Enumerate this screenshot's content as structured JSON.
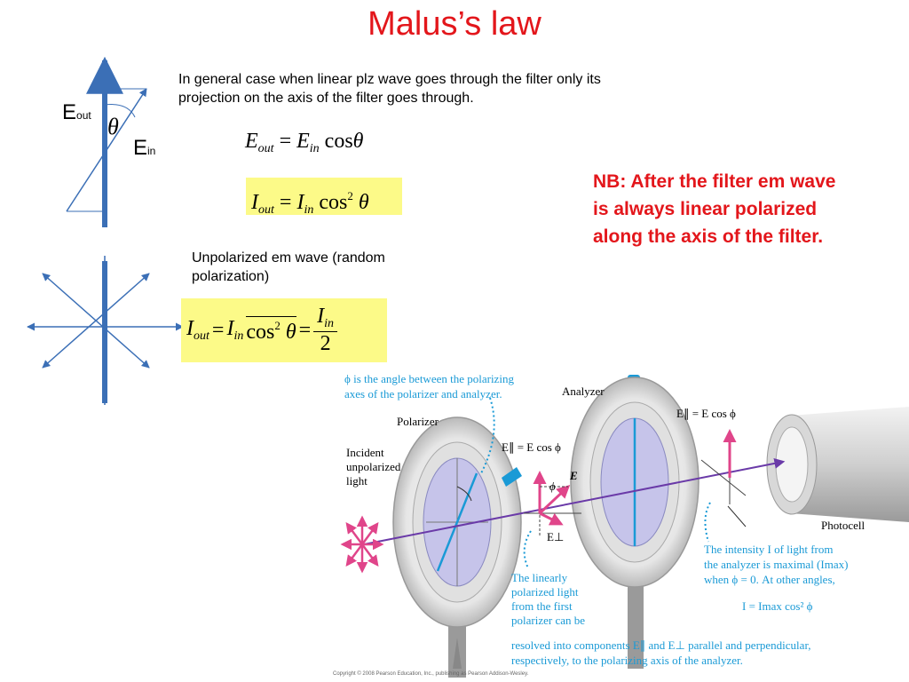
{
  "slide": {
    "title": "Malus’s law",
    "intro_text": "In general case when linear plz wave goes through the filter only its projection on the axis of the filter goes through.",
    "unpolarized_text": "Unpolarized em wave (random polarization)",
    "nb_text": "NB: After the filter em wave is always linear polarized along the axis of the filter."
  },
  "vector_diagram": {
    "e_out_label": "E",
    "e_out_sub": "out",
    "e_in_label": "E",
    "e_in_sub": "in",
    "theta": "θ"
  },
  "equations": {
    "eq1": {
      "lhs_var": "E",
      "lhs_sub": "out",
      "eq": "=",
      "rhs_var": "E",
      "rhs_sub": "in",
      "func": "cos",
      "arg": "θ"
    },
    "eq2": {
      "lhs_var": "I",
      "lhs_sub": "out",
      "eq": "=",
      "rhs_var": "I",
      "rhs_sub": "in",
      "func": "cos",
      "power": "2",
      "arg": "θ"
    },
    "eq3": {
      "lhs_var": "I",
      "lhs_sub": "out",
      "eq": "=",
      "rhs_var": "I",
      "rhs_sub": "in",
      "func": "cos",
      "power": "2",
      "arg": "θ",
      "eq2": "=",
      "num_var": "I",
      "num_sub": "in",
      "den": "2"
    }
  },
  "figure": {
    "phi_note_1": "ϕ is the angle between the polarizing",
    "phi_note_2": "axes of the polarizer and analyzer.",
    "analyzer": "Analyzer",
    "polarizer": "Polarizer",
    "incident_1": "Incident",
    "incident_2": "unpolarized",
    "incident_3": "light",
    "e_par_1": "E∥ = E cos ϕ",
    "e_par_2": "E∥ = E cos ϕ",
    "e_perp": "E⊥",
    "e_vec": "E",
    "phi": "ϕ",
    "photocell": "Photocell",
    "intensity_1": "The intensity I of light from",
    "intensity_2": "the analyzer is maximal (Imax)",
    "intensity_3": "when ϕ = 0. At other angles,",
    "intensity_eq": "I = Imax cos² ϕ",
    "linear_1": "The linearly",
    "linear_2": "polarized light",
    "linear_3": "from the first",
    "linear_4": "polarizer can be",
    "linear_5": "resolved into components E∥ and E⊥ parallel and perpendicular,",
    "linear_6": "respectively, to the polarizing axis of the analyzer.",
    "copyright": "Copyright © 2008 Pearson Education, Inc., publishing as Pearson Addison-Wesley."
  },
  "colors": {
    "title_red": "#e3161b",
    "diagram_blue": "#3b6fb6",
    "highlight_yellow": "#fcfa88",
    "caption_blue": "#1a9ad6",
    "magenta": "#e0458a",
    "beam_purple": "#6a3aa8"
  }
}
